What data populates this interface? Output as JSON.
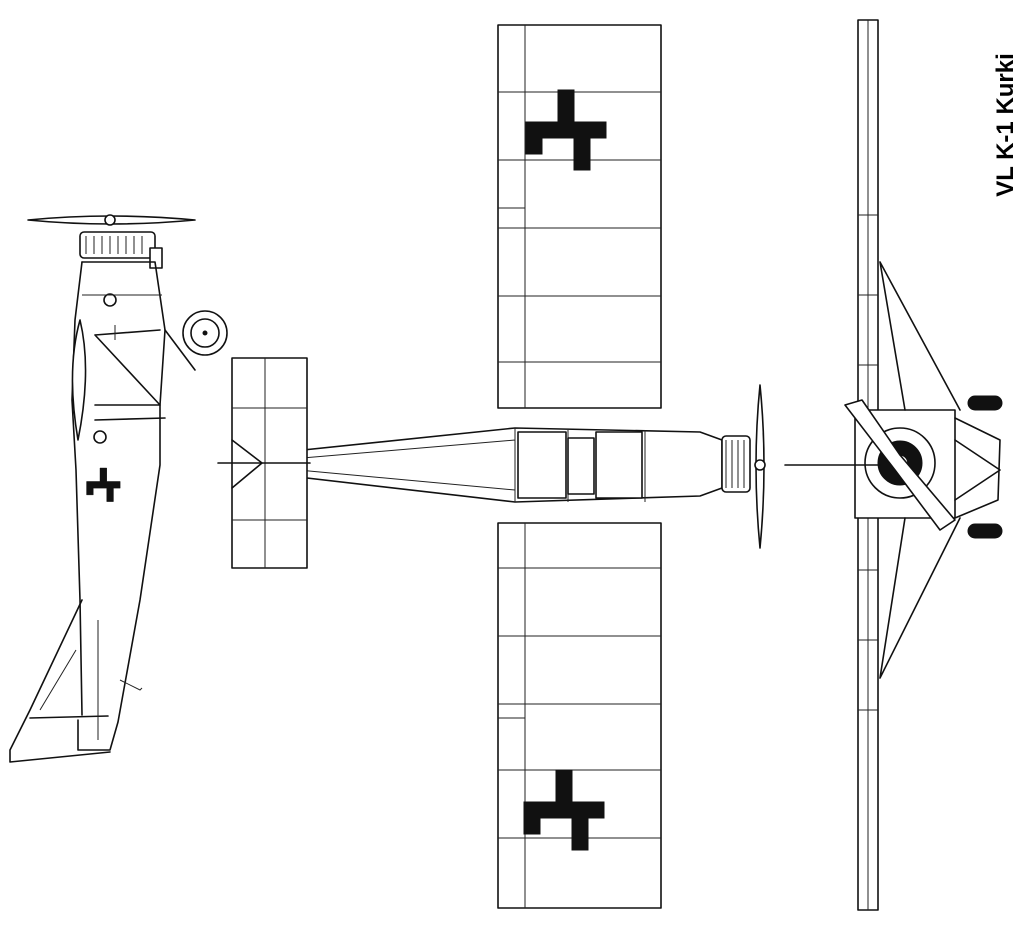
{
  "title": "VL K-1 Kurki",
  "views": [
    "side-view",
    "top-view",
    "front-view"
  ],
  "colors": {
    "line": "#111111",
    "background": "#ffffff",
    "insignia": "#111111"
  },
  "icons": [
    "swastika-insignia-icon",
    "propeller-icon",
    "radial-engine-icon",
    "landing-wheel-icon"
  ]
}
